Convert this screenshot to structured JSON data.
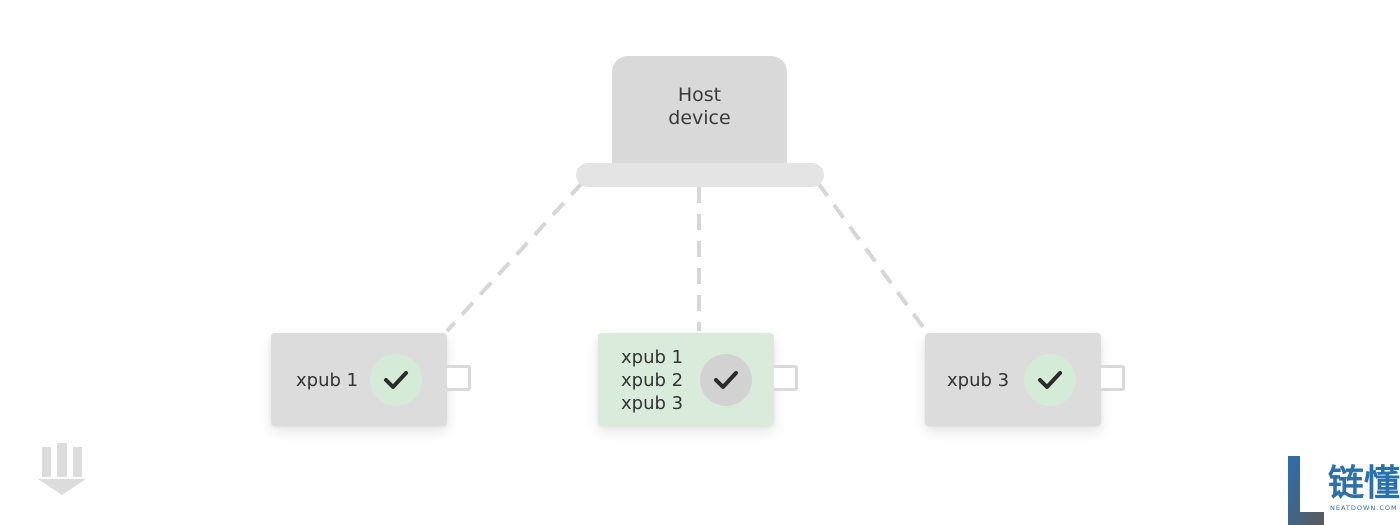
{
  "host": {
    "label_line1": "Host",
    "label_line2": "device"
  },
  "devices": [
    {
      "lines": [
        "xpub 1"
      ],
      "style": "gray",
      "check_style": "green"
    },
    {
      "lines": [
        "xpub 1",
        "xpub 2",
        "xpub 3"
      ],
      "style": "green",
      "check_style": "gray"
    },
    {
      "lines": [
        "xpub 3"
      ],
      "style": "gray",
      "check_style": "green"
    }
  ],
  "icons": {
    "check": "check-icon",
    "left_logo": "brand-logo-icon"
  },
  "watermark": {
    "text": "链懂",
    "subtext": "NEATDOWN.COM"
  },
  "colors": {
    "device_gray": "#dcdcdc",
    "device_green": "#d9ecdc",
    "host_gray": "#d9d9d9",
    "connector": "#d6d6d6",
    "check_mark": "#2b2b2b"
  }
}
